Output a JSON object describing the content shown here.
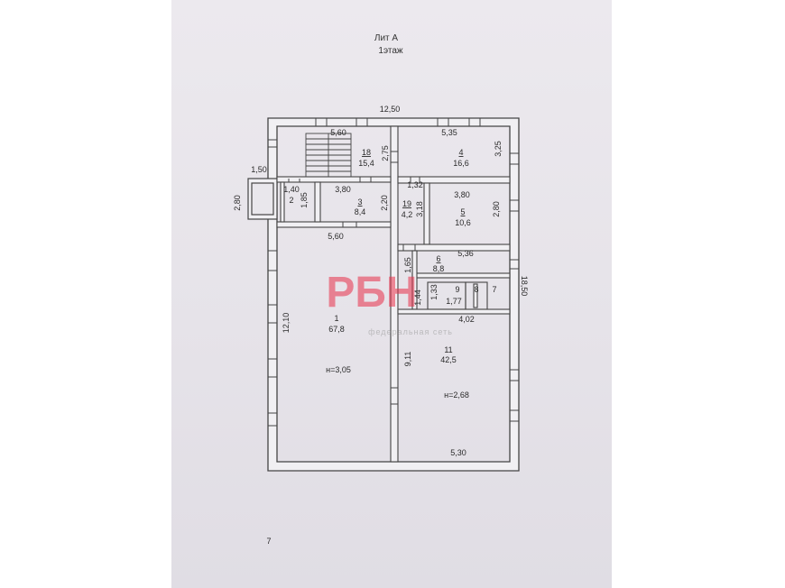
{
  "header": {
    "lit": "Лит А",
    "floor": "1этаж"
  },
  "dimensions": {
    "top_width": "12,50",
    "d_560_top": "5,60",
    "d_535": "5,35",
    "d_325": "3,25",
    "d_275": "2,75",
    "d_150": "1,50",
    "d_140": "1,40",
    "d_280_left": "2,80",
    "d_185": "1,85",
    "d_380_a": "3,80",
    "d_220": "2,20",
    "d_132": "1,32",
    "d_318": "3,18",
    "d_380_b": "3,80",
    "d_280_right": "2,80",
    "d_560_mid": "5,60",
    "d_536": "5,36",
    "d_165": "1,65",
    "d_1850": "18,50",
    "d_133": "1,33",
    "d_144": "1,44",
    "d_402": "4,02",
    "d_1210": "12,10",
    "d_911": "9,11",
    "d_530": "5,30"
  },
  "rooms": {
    "r18": {
      "num": "18",
      "area": "15,4"
    },
    "r4": {
      "num": "4",
      "area": "16,6"
    },
    "r2": {
      "num": "2"
    },
    "r3": {
      "num": "3",
      "area": "8,4"
    },
    "r19": {
      "num": "19",
      "area": "4,2"
    },
    "r5": {
      "num": "5",
      "area": "10,6"
    },
    "r6": {
      "num": "6",
      "area": "8,8"
    },
    "r9": {
      "num": "9",
      "area": "1,77"
    },
    "r8": {
      "num": "8"
    },
    "r7": {
      "num": "7"
    },
    "r1": {
      "num": "1",
      "area": "67,8",
      "height": "н=3,05"
    },
    "r11": {
      "num": "11",
      "area": "42,5",
      "height": "н=2,68"
    }
  },
  "watermark": {
    "logo": "РБН",
    "tagline": "федеральная сеть"
  },
  "footer_mark": "7",
  "colors": {
    "paper": "#e6e3e9",
    "wall": "#444444",
    "wall_fill": "#f1f0f3",
    "watermark": "#e8304a"
  }
}
